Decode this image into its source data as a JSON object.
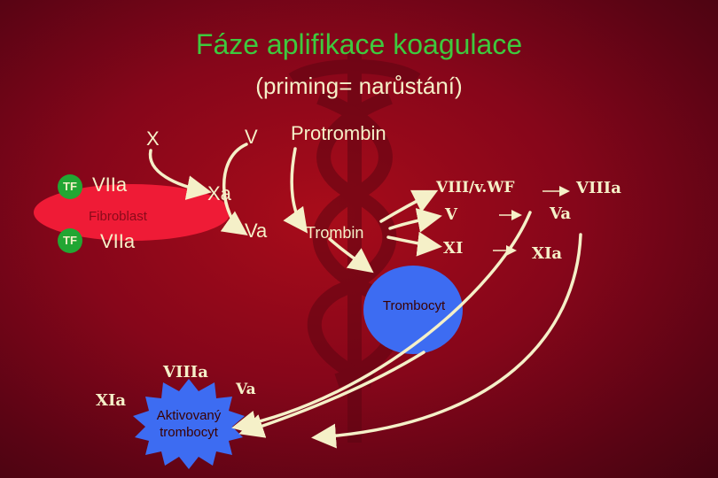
{
  "title": "Fáze aplifikace koagulace",
  "subtitle": "(priming= narůstání)",
  "top_factors": {
    "x": "X",
    "v": "V",
    "protrombin": "Protrombin"
  },
  "fibroblast": {
    "label": "Fibroblast",
    "tf1": "TF",
    "viia1": "VIIa",
    "tf2": "TF",
    "viia2": "VIIa"
  },
  "activated": {
    "xa": "Xa",
    "va": "Va",
    "trombin": "Trombin"
  },
  "factors_right": {
    "viii_vwf": "VIII/v.WF",
    "v": "V",
    "xi": "XI",
    "viiia": "VIIIa",
    "va": "Va",
    "xia": "XIa"
  },
  "trombocyt": "Trombocyt",
  "activated_platelet": {
    "label_line1": "Aktivovaný",
    "label_line2": "trombocyt",
    "viiia": "VIIIa",
    "xia": "XIa",
    "va": "Va"
  },
  "colors": {
    "background": "#86061a",
    "title": "#3ec93e",
    "text": "#f5f0c8",
    "fibroblast": "#ef1b36",
    "trombocyt": "#3d6cf2",
    "activated_trombocyt": "#3d6cf2",
    "tf_badge": "#22a633"
  }
}
